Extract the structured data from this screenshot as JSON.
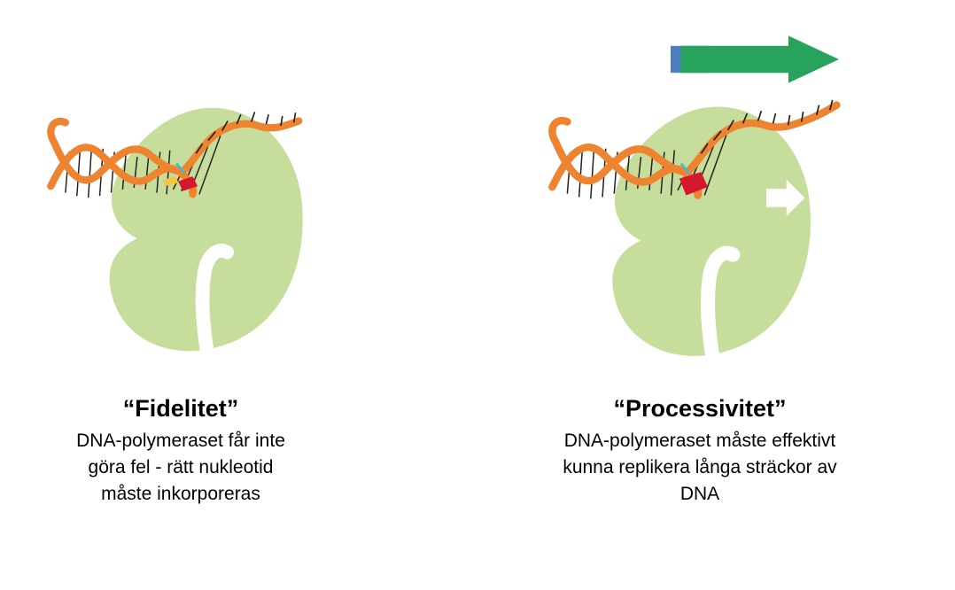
{
  "panels": [
    {
      "id": "fidelity",
      "title": "“Fidelitet”",
      "caption_lines": [
        "DNA-polymeraset får inte",
        "göra fel - rätt nukleotid",
        "måste inkorporeras"
      ]
    },
    {
      "id": "processivity",
      "title": "“Processivitet”",
      "caption_lines": [
        "DNA-polymeraset måste effektivt",
        "kunna replikera långa sträckor av",
        "DNA"
      ]
    }
  ],
  "icons": {
    "illustration": "dna-polymerase-enzyme",
    "direction_arrow": "green-right-block-arrow",
    "movement_arrow": "white-right-block-arrow"
  },
  "colors": {
    "polymerase_body": "#c7dd9c",
    "dna_strand": "#ee8330",
    "base_pair": "#222222",
    "highlight_red": "#d6182c",
    "highlight_yellow": "#f2c73d",
    "highlight_cyan": "#3bbfd4",
    "direction_arrow_green": "#27a35e",
    "direction_arrow_blue": "#4d7ebf",
    "movement_arrow_white": "#ffffff",
    "background": "#ffffff",
    "text": "#000000"
  }
}
